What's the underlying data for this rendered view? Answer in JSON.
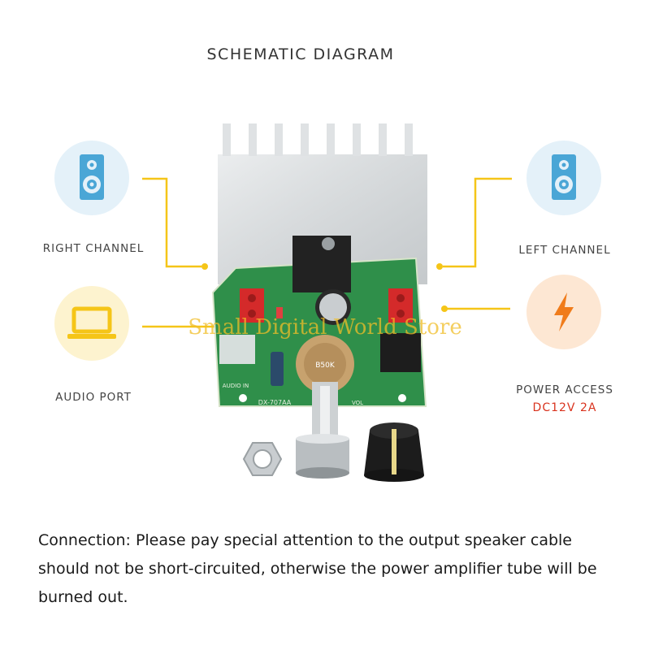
{
  "title": "SCHEMATIC DIAGRAM",
  "labels": {
    "right_channel": "RIGHT CHANNEL",
    "left_channel": "LEFT CHANNEL",
    "audio_port": "AUDIO PORT",
    "power_access": "POWER ACCESS",
    "power_spec": "DC12V 2A"
  },
  "board": {
    "potentiometer_label": "B50K",
    "model": "DX-707AA",
    "audio_in": "AUDIO IN",
    "vol": "VOL"
  },
  "watermark": "Small Digital World Store",
  "note": "Connection: Please pay special attention to the output speaker cable should not be short-circuited, otherwise the power amplifier tube will be burned out.",
  "colors": {
    "connector_line": "#f5c518",
    "icon_blue": "#4aa6d6",
    "icon_yellow": "#f5c518",
    "icon_orange": "#f07c1b",
    "pcb_green": "#2f8f4a",
    "spec_red": "#d9331e"
  },
  "icons": {
    "right": "speaker-icon",
    "left": "speaker-icon",
    "audio": "laptop-icon",
    "power": "lightning-icon"
  }
}
